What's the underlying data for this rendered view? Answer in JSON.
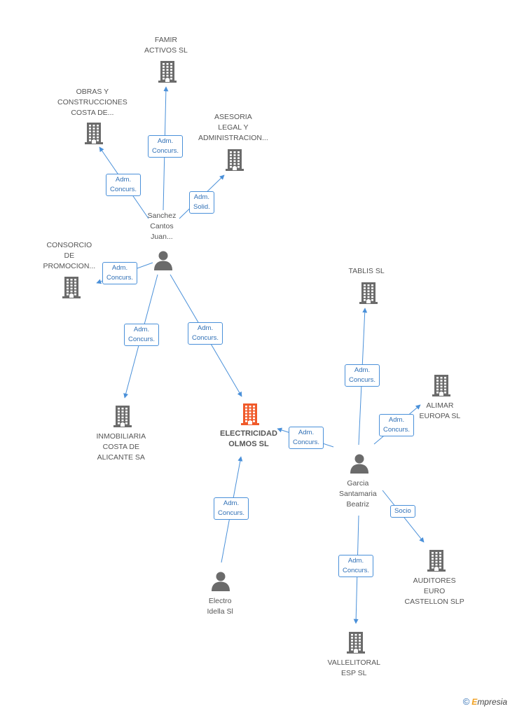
{
  "nodes": [
    {
      "id": "famir",
      "label": "FAMIR\nACTIVOS SL",
      "kind": "company"
    },
    {
      "id": "obras",
      "label": "OBRAS Y\nCONSTRUCCIONES\nCOSTA DE...",
      "kind": "company"
    },
    {
      "id": "asesoria",
      "label": "ASESORIA\nLEGAL Y\nADMINISTRACION...",
      "kind": "company"
    },
    {
      "id": "sanchez",
      "label": "Sanchez\nCantos\nJuan...",
      "kind": "person"
    },
    {
      "id": "consorcio",
      "label": "CONSORCIO\nDE\nPROMOCION...",
      "kind": "company"
    },
    {
      "id": "inmobiliaria",
      "label": "INMOBILIARIA\nCOSTA DE\nALICANTE SA",
      "kind": "company"
    },
    {
      "id": "electricidad",
      "label": "ELECTRICIDAD\nOLMOS SL",
      "kind": "main"
    },
    {
      "id": "electro",
      "label": "Electro\nIdella Sl",
      "kind": "person"
    },
    {
      "id": "tablis",
      "label": "TABLIS SL",
      "kind": "company"
    },
    {
      "id": "alimar",
      "label": "ALIMAR\nEUROPA SL",
      "kind": "company"
    },
    {
      "id": "garcia",
      "label": "Garcia\nSantamaria\nBeatriz",
      "kind": "person"
    },
    {
      "id": "auditores",
      "label": "AUDITORES\nEURO\nCASTELLON SLP",
      "kind": "company"
    },
    {
      "id": "vallelitoral",
      "label": "VALLELITORAL\nESP SL",
      "kind": "company"
    }
  ],
  "edges": [
    {
      "from": "sanchez",
      "to": "famir",
      "label": "Adm.\nConcurs."
    },
    {
      "from": "sanchez",
      "to": "obras",
      "label": "Adm.\nConcurs."
    },
    {
      "from": "sanchez",
      "to": "asesoria",
      "label": "Adm.\nSolid."
    },
    {
      "from": "sanchez",
      "to": "consorcio",
      "label": "Adm.\nConcurs."
    },
    {
      "from": "sanchez",
      "to": "inmobiliaria",
      "label": "Adm.\nConcurs."
    },
    {
      "from": "sanchez",
      "to": "electricidad",
      "label": "Adm.\nConcurs."
    },
    {
      "from": "electro",
      "to": "electricidad",
      "label": "Adm.\nConcurs."
    },
    {
      "from": "garcia",
      "to": "electricidad",
      "label": "Adm.\nConcurs."
    },
    {
      "from": "garcia",
      "to": "tablis",
      "label": "Adm.\nConcurs."
    },
    {
      "from": "garcia",
      "to": "alimar",
      "label": "Adm.\nConcurs."
    },
    {
      "from": "garcia",
      "to": "auditores",
      "label": "Socio"
    },
    {
      "from": "garcia",
      "to": "vallelitoral",
      "label": "Adm.\nConcurs."
    }
  ],
  "colors": {
    "edge": "#4a90d9",
    "company": "#6b6b6b",
    "main": "#f05a2a",
    "person": "#6b6b6b"
  },
  "footer": {
    "copyright": "©",
    "brand_first": "E",
    "brand_rest": "mpresia"
  }
}
